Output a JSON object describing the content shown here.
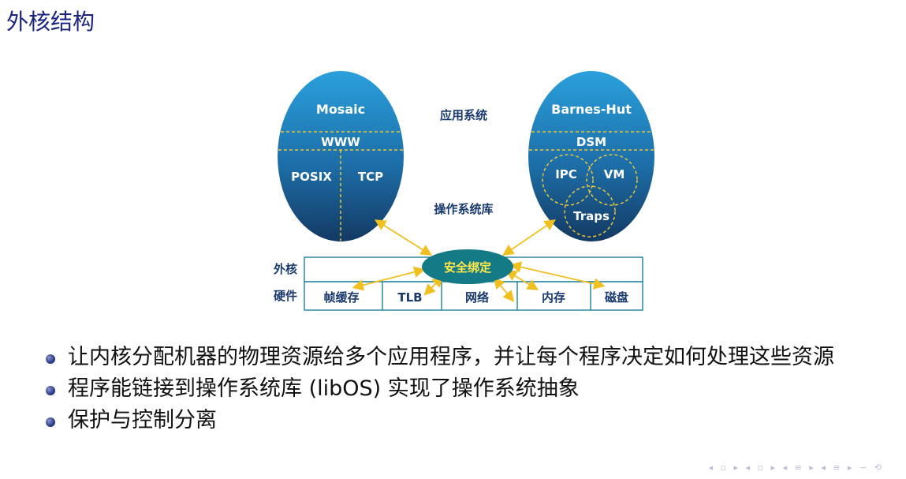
{
  "title": "外核结构",
  "diagram": {
    "left_app": "Mosaic",
    "left_www": "WWW",
    "left_posix": "POSIX",
    "left_tcp": "TCP",
    "app_label": "应用系统",
    "libos_label": "操作系统库",
    "right_app": "Barnes-Hut",
    "right_dsm": "DSM",
    "right_ipc": "IPC",
    "right_vm": "VM",
    "right_traps": "Traps",
    "exokernel_label": "外核",
    "hardware_label": "硬件",
    "secure_binding": "安全绑定",
    "hw_cells": [
      "帧缓存",
      "TLB",
      "网络",
      "内存",
      "磁盘"
    ]
  },
  "bullets": [
    "让内核分配机器的物理资源给多个应用程序，并让每个程序决定如何处理这些资源",
    "程序能链接到操作系统库 (libOS) 实现了操作系统抽象",
    "保护与控制分离"
  ],
  "colors": {
    "title": "#1a237e",
    "ellipse_top": "#2aa0dc",
    "ellipse_bottom": "#133a63",
    "dashed_line": "#e8c53a",
    "secure_binding_fill": "#147a86",
    "secure_binding_text": "#ffe84a",
    "arrow": "#f0c020",
    "table_border": "#2a8aa0"
  }
}
